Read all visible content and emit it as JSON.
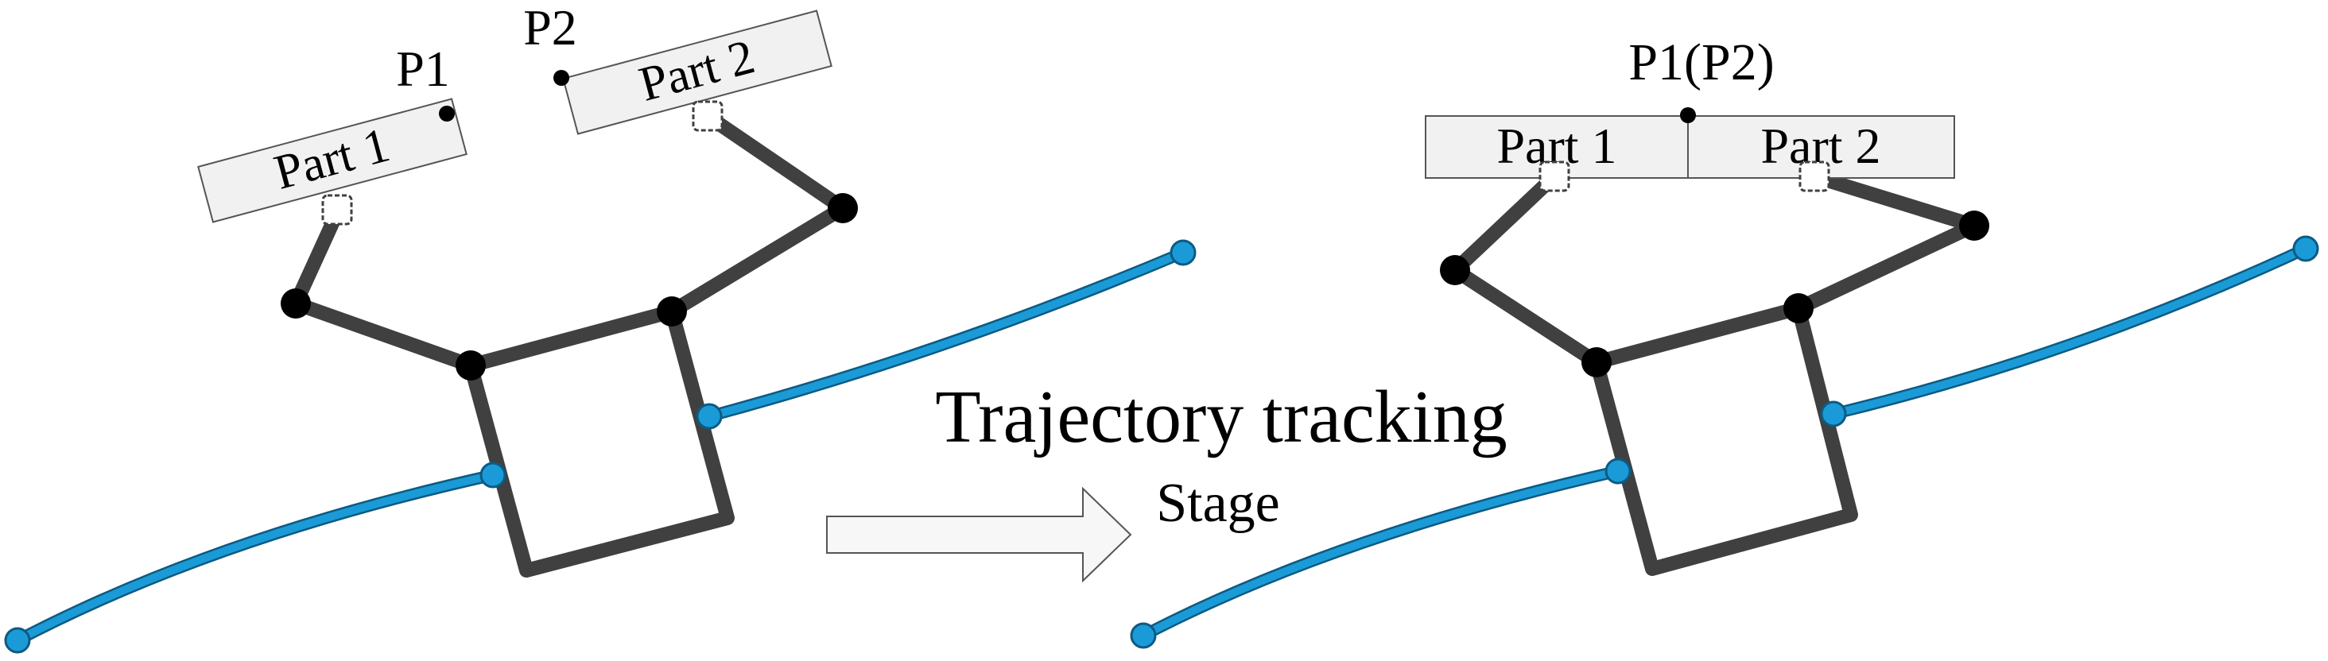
{
  "labels": {
    "p1": "P1",
    "p2": "P2",
    "part1_left": "Part 1",
    "part2_left": "Part 2",
    "p1p2": "P1(P2)",
    "part1_right": "Part 1",
    "part2_right": "Part 2",
    "stage_line1": "Trajectory tracking",
    "stage_line2": "Stage"
  },
  "colors": {
    "robot_link": "#404040",
    "joint": "#000000",
    "trajectory": "#1a9bd7",
    "trajectory_outline": "#0d5a82",
    "part_fill": "#f1f1f1",
    "part_stroke": "#555555",
    "arrow_fill": "#f7f7f7",
    "arrow_stroke": "#555555"
  },
  "icons": {
    "joint": "black-joint-marker",
    "gripper": "white-gripper-marker",
    "trajectory_end": "blue-dot-marker",
    "stage_arrow": "right-block-arrow"
  }
}
